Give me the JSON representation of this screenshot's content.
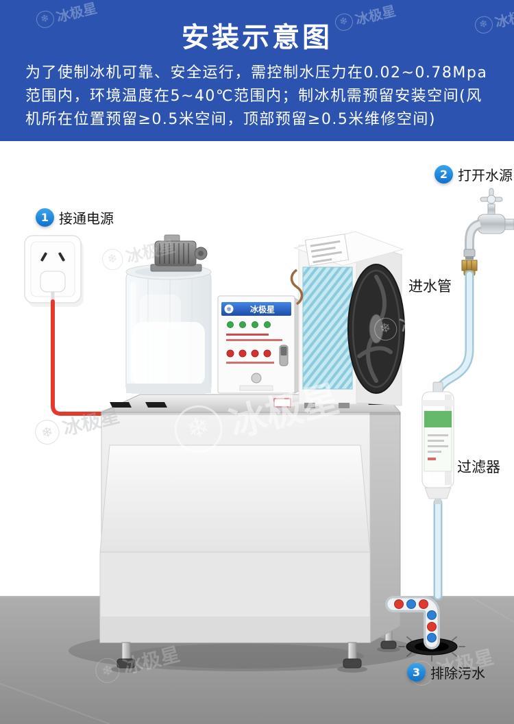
{
  "header": {
    "title": "安装示意图",
    "description_lines": [
      "为了使制冰机可靠、安全运行，需控制水压力在0.02~0.78Mpa",
      "范围内，环境温度在5~40℃范围内；制冰机需预留安装空间(风",
      "机所在位置预留≥0.5米空间，顶部预留≥0.5米维修空间)"
    ]
  },
  "steps": [
    {
      "number": "1",
      "label": "接通电源"
    },
    {
      "number": "2",
      "label": "打开水源"
    },
    {
      "number": "3",
      "label": "排除污水"
    }
  ],
  "annotations": {
    "inlet_pipe": "进水管",
    "filter": "过滤器"
  },
  "brand": {
    "name": "冰极星",
    "snowflake": "❄"
  },
  "machine": {
    "panel_brand": "冰极星"
  },
  "colors": {
    "header_bg": "#2b53af",
    "step_badge_blue": "#1789e3",
    "cable_red": "#e23a2c",
    "pipe_blue_fill": "#dff0f9",
    "pipe_blue_edge": "#a5c8d9",
    "drain_dot_red": "#e03a2f",
    "drain_dot_blue": "#2e7fd6",
    "floor_gray": "#9d9d9d"
  }
}
